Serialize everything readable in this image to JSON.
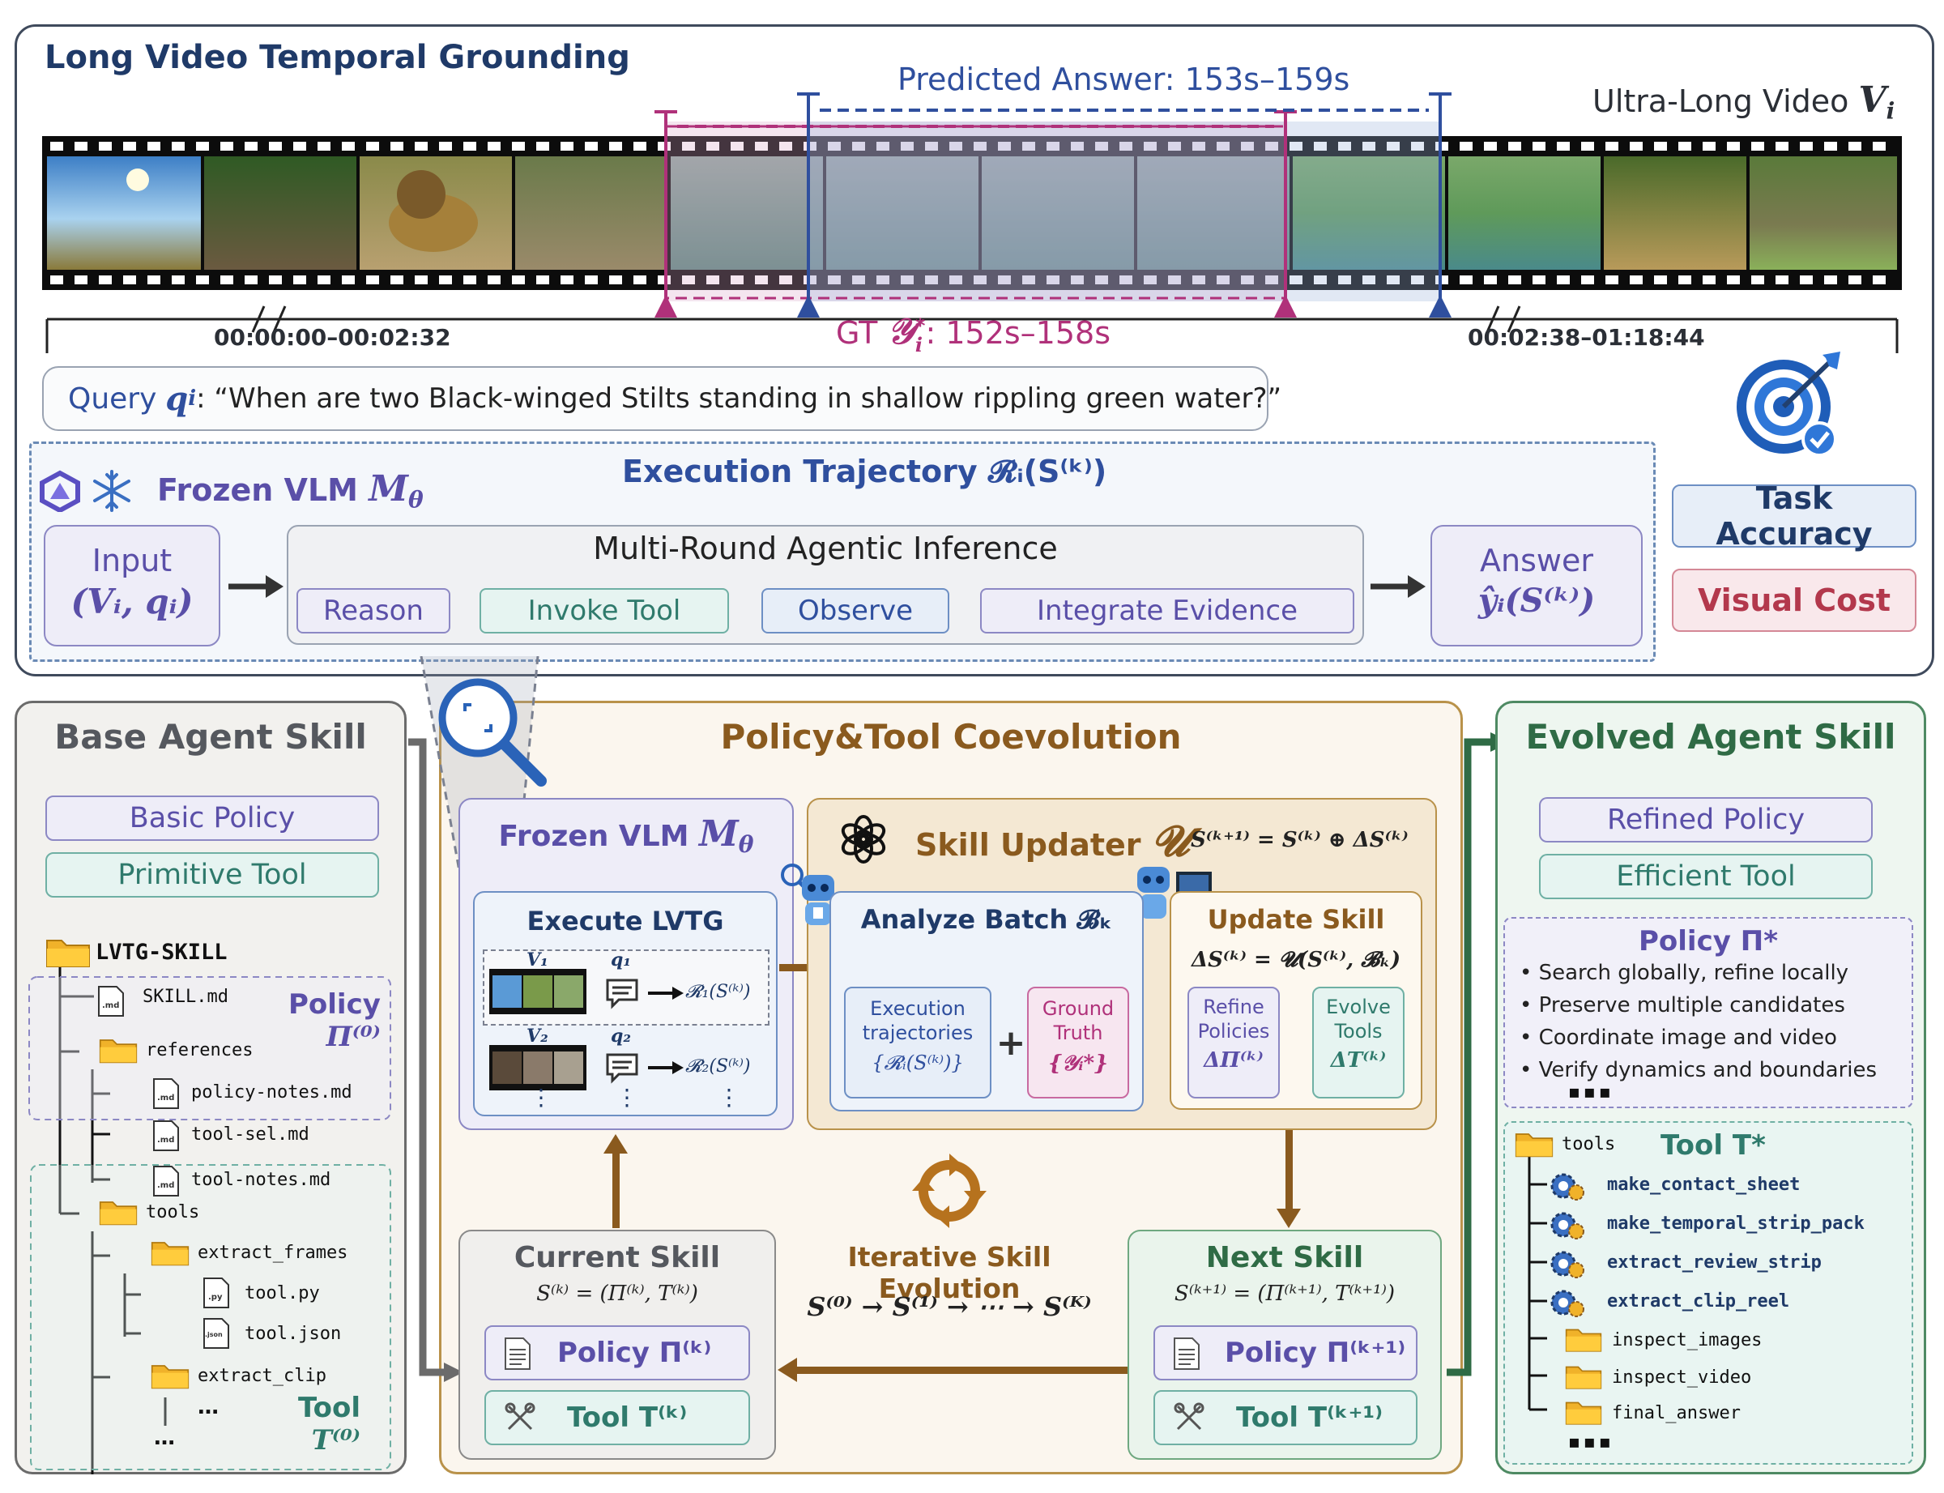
{
  "top": {
    "title": "Long Video Temporal Grounding",
    "predicted_answer": "Predicted Answer: 153s–159s",
    "video_label": "Ultra-Long Video",
    "video_symbol": "V",
    "video_sub": "i",
    "time_left": "00:00:00–00:02:32",
    "time_right": "00:02:38–01:18:44",
    "gt_prefix": "GT",
    "gt_symbol": "𝒴",
    "gt_sup": "*",
    "gt_sub": "i",
    "gt_range": ": 152s–158s",
    "query_label": "Query",
    "query_symbol": "q",
    "query_sub": "i",
    "query_text": ": “When are two Black-winged Stilts standing in shallow rippling green water?”"
  },
  "trajectory": {
    "frozen_label": "Frozen VLM",
    "frozen_symbol": "M",
    "frozen_sub": "θ",
    "title": "Execution Trajectory 𝓡ᵢ(S⁽ᵏ⁾)",
    "input_label": "Input",
    "input_formula": "(Vᵢ, qᵢ)",
    "multi_round": "Multi-Round Agentic Inference",
    "steps": [
      "Reason",
      "Invoke Tool",
      "Observe",
      "Integrate Evidence"
    ],
    "answer_label": "Answer",
    "answer_formula": "ŷᵢ(S⁽ᵏ⁾)"
  },
  "metrics": {
    "task_accuracy": "Task Accuracy",
    "visual_cost": "Visual Cost"
  },
  "base": {
    "title": "Base Agent Skill",
    "basic_policy": "Basic Policy",
    "primitive_tool": "Primitive Tool",
    "root": "LVTG-SKILL",
    "files": {
      "skill": "SKILL.md",
      "references": "references",
      "policy_notes": "policy-notes.md",
      "tool_sel": "tool-sel.md",
      "tool_notes": "tool-notes.md",
      "tools": "tools",
      "extract_frames": "extract_frames",
      "tool_py": "tool.py",
      "tool_json": "tool.json",
      "extract_clip": "extract_clip",
      "dots1": "…",
      "dots2": "…"
    },
    "policy_label": "Policy",
    "policy_symbol": "Π⁽⁰⁾",
    "tool_label": "Tool",
    "tool_symbol": "T⁽⁰⁾"
  },
  "coevo": {
    "title": "Policy&Tool Coevolution",
    "frozen_label": "Frozen VLM",
    "frozen_symbol": "M",
    "frozen_sub": "θ",
    "execute": "Execute LVTG",
    "v1": "V₁",
    "q1": "q₁",
    "r1": "𝓡₁(S⁽ᵏ⁾)",
    "v2": "V₂",
    "q2": "q₂",
    "r2": "𝓡₂(S⁽ᵏ⁾)",
    "vdots": "⋮",
    "updater_label": "Skill Updater",
    "updater_symbol": "𝓤",
    "updater_formula": "S⁽ᵏ⁺¹⁾ = S⁽ᵏ⁾ ⊕ ΔS⁽ᵏ⁾",
    "analyze": "Analyze Batch 𝓑ₖ",
    "exec_traj": "Execution trajectories",
    "exec_traj_formula": "{𝓡ᵢ(S⁽ᵏ⁾)}",
    "plus": "+",
    "ground_truth": "Ground Truth",
    "gt_formula": "{𝒴ᵢ*}",
    "update_skill": "Update Skill",
    "update_formula": "ΔS⁽ᵏ⁾ = 𝓤(S⁽ᵏ⁾, 𝓑ₖ)",
    "refine": "Refine Policies",
    "refine_formula": "ΔΠ⁽ᵏ⁾",
    "evolve": "Evolve Tools",
    "evolve_formula": "ΔT⁽ᵏ⁾",
    "iterative": "Iterative Skill Evolution",
    "iter_formula": "S⁽⁰⁾ → S⁽¹⁾ → ⋯ → S⁽ᴷ⁾",
    "current": "Current Skill",
    "current_formula": "S⁽ᵏ⁾ = (Π⁽ᵏ⁾, T⁽ᵏ⁾)",
    "current_policy": "Policy Π⁽ᵏ⁾",
    "current_tool": "Tool T⁽ᵏ⁾",
    "next": "Next Skill",
    "next_formula": "S⁽ᵏ⁺¹⁾ = (Π⁽ᵏ⁺¹⁾, T⁽ᵏ⁺¹⁾)",
    "next_policy": "Policy Π⁽ᵏ⁺¹⁾",
    "next_tool": "Tool T⁽ᵏ⁺¹⁾"
  },
  "evolved": {
    "title": "Evolved Agent Skill",
    "refined_policy": "Refined Policy",
    "efficient_tool": "Efficient Tool",
    "policy_title": "Policy Π*",
    "bullets": [
      "Search globally, refine locally",
      "Preserve multiple candidates",
      "Coordinate image and video",
      "Verify dynamics and boundaries"
    ],
    "dots": "▪▪▪",
    "tools_label": "tools",
    "tool_title": "Tool T*",
    "tools": [
      "make_contact_sheet",
      "make_temporal_strip_pack",
      "extract_review_strip",
      "extract_clip_reel"
    ],
    "folders": [
      "inspect_images",
      "inspect_video",
      "final_answer"
    ],
    "dots2": "▪▪▪"
  },
  "colors": {
    "navy": "#1f3a68",
    "blue": "#2f4f9e",
    "magenta": "#b0317a",
    "purple": "#5a4fa8",
    "brown": "#8a5a1e",
    "green": "#2f6b45",
    "red": "#b3384c",
    "gray": "#55585e"
  }
}
